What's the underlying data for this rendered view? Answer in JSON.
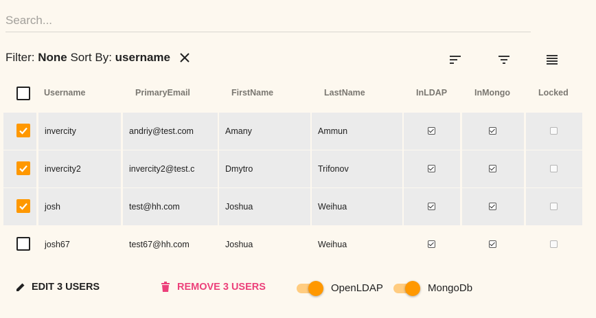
{
  "search": {
    "placeholder": "Search...",
    "value": ""
  },
  "filterbar": {
    "filter_label": "Filter:",
    "filter_value": "None",
    "sort_label": "Sort By:",
    "sort_value": "username"
  },
  "toolbar": {
    "icons": [
      "sort-icon",
      "filter-list-icon",
      "columns-icon"
    ]
  },
  "table": {
    "columns": [
      "Username",
      "PrimaryEmail",
      "FirstName",
      "LastName",
      "InLDAP",
      "InMongo",
      "Locked"
    ],
    "rows": [
      {
        "selected": true,
        "username": "invercity",
        "email": "andriy@test.com",
        "first": "Amany",
        "last": "Ammun",
        "inldap": true,
        "inmongo": true,
        "locked": false
      },
      {
        "selected": true,
        "username": "invercity2",
        "email": "invercity2@test.c",
        "first": "Dmytro",
        "last": "Trifonov",
        "inldap": true,
        "inmongo": true,
        "locked": false
      },
      {
        "selected": true,
        "username": "josh",
        "email": "test@hh.com",
        "first": "Joshua",
        "last": "Weihua",
        "inldap": true,
        "inmongo": true,
        "locked": false
      },
      {
        "selected": false,
        "username": "josh67",
        "email": "test67@hh.com",
        "first": "Joshua",
        "last": "Weihua",
        "inldap": true,
        "inmongo": true,
        "locked": false
      }
    ]
  },
  "actions": {
    "edit_label": "EDIT 3 USERS",
    "remove_label": "REMOVE 3 USERS",
    "openldap_label": "OpenLDAP",
    "openldap_on": true,
    "mongodb_label": "MongoDb",
    "mongodb_on": true
  },
  "colors": {
    "accent": "#ff9800",
    "danger": "#ec407a",
    "background": "#fdf8ef",
    "selected_row": "#ebebeb"
  }
}
